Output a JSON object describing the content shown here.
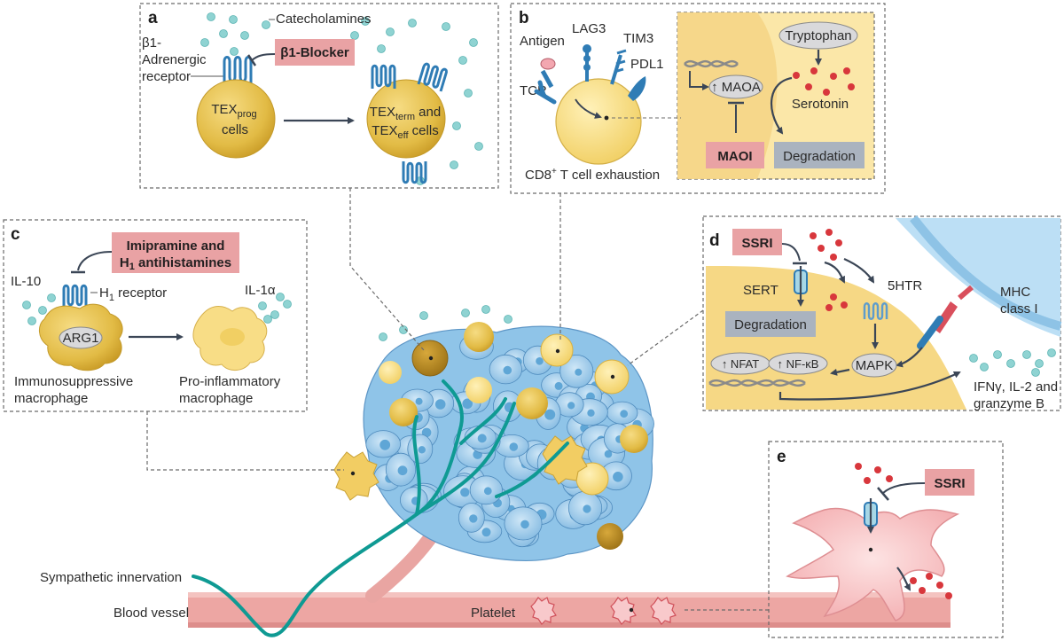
{
  "panels": {
    "a": {
      "letter": "a",
      "catecholamines": "Catecholamines",
      "receptor_line1": "β1-",
      "receptor_line2": "Adrenergic",
      "receptor_line3": "receptor",
      "drug": "β1-Blocker",
      "cell1_main": "TEX",
      "cell1_sub": "prog",
      "cell1_line2": "cells",
      "cell2_main": "TEX",
      "cell2_sub": "term",
      "cell2_and": " and",
      "cell2_main2": "TEX",
      "cell2_sub2": "eff",
      "cell2_cells": " cells"
    },
    "b": {
      "letter": "b",
      "antigen": "Antigen",
      "lag3": "LAG3",
      "tim3": "TIM3",
      "pdl1": "PDL1",
      "tcr": "TCR",
      "caption_pre": "CD8",
      "caption_sup": "+",
      "caption_post": " T cell exhaustion",
      "tryptophan": "Tryptophan",
      "maoa": "↑ MAOA",
      "serotonin": "Serotonin",
      "drug": "MAOI",
      "degradation": "Degradation"
    },
    "c": {
      "letter": "c",
      "drug_line1": "Imipramine and",
      "drug_line2_a": "H",
      "drug_line2_sub": "1",
      "drug_line2_b": " antihistamines",
      "il10": "IL-10",
      "receptor_a": "H",
      "receptor_sub": "1",
      "receptor_b": " receptor",
      "il1a": "IL-1α",
      "arg1": "ARG1",
      "left_line1": "Immunosuppressive",
      "left_line2": "macrophage",
      "right_line1": "Pro-inflammatory",
      "right_line2": "macrophage"
    },
    "d": {
      "letter": "d",
      "drug": "SSRI",
      "sert": "SERT",
      "htr": "5HTR",
      "mhc_line1": "MHC",
      "mhc_line2": "class I",
      "degradation": "Degradation",
      "nfat": "↑ NFAT",
      "nfkb": "↑ NF-κB",
      "mapk": "MAPK",
      "out_line1": "IFNγ, IL-2 and",
      "out_line2": "granzyme B"
    },
    "e": {
      "letter": "e",
      "drug": "SSRI"
    }
  },
  "bottom": {
    "sympathetic": "Sympathetic innervation",
    "vessel": "Blood vessel",
    "platelet": "Platelet"
  },
  "colors": {
    "drug_box": "#e9a2a4",
    "grey_box": "#aab3bf",
    "gold_cell": "#e5c04f",
    "tumor_blue": "#9ccbe9",
    "vessel_pink": "#eda6a3",
    "nerve_teal": "#0f9a93",
    "serotonin_red": "#d8373c",
    "cytokine_teal": "#8fd3d2"
  }
}
